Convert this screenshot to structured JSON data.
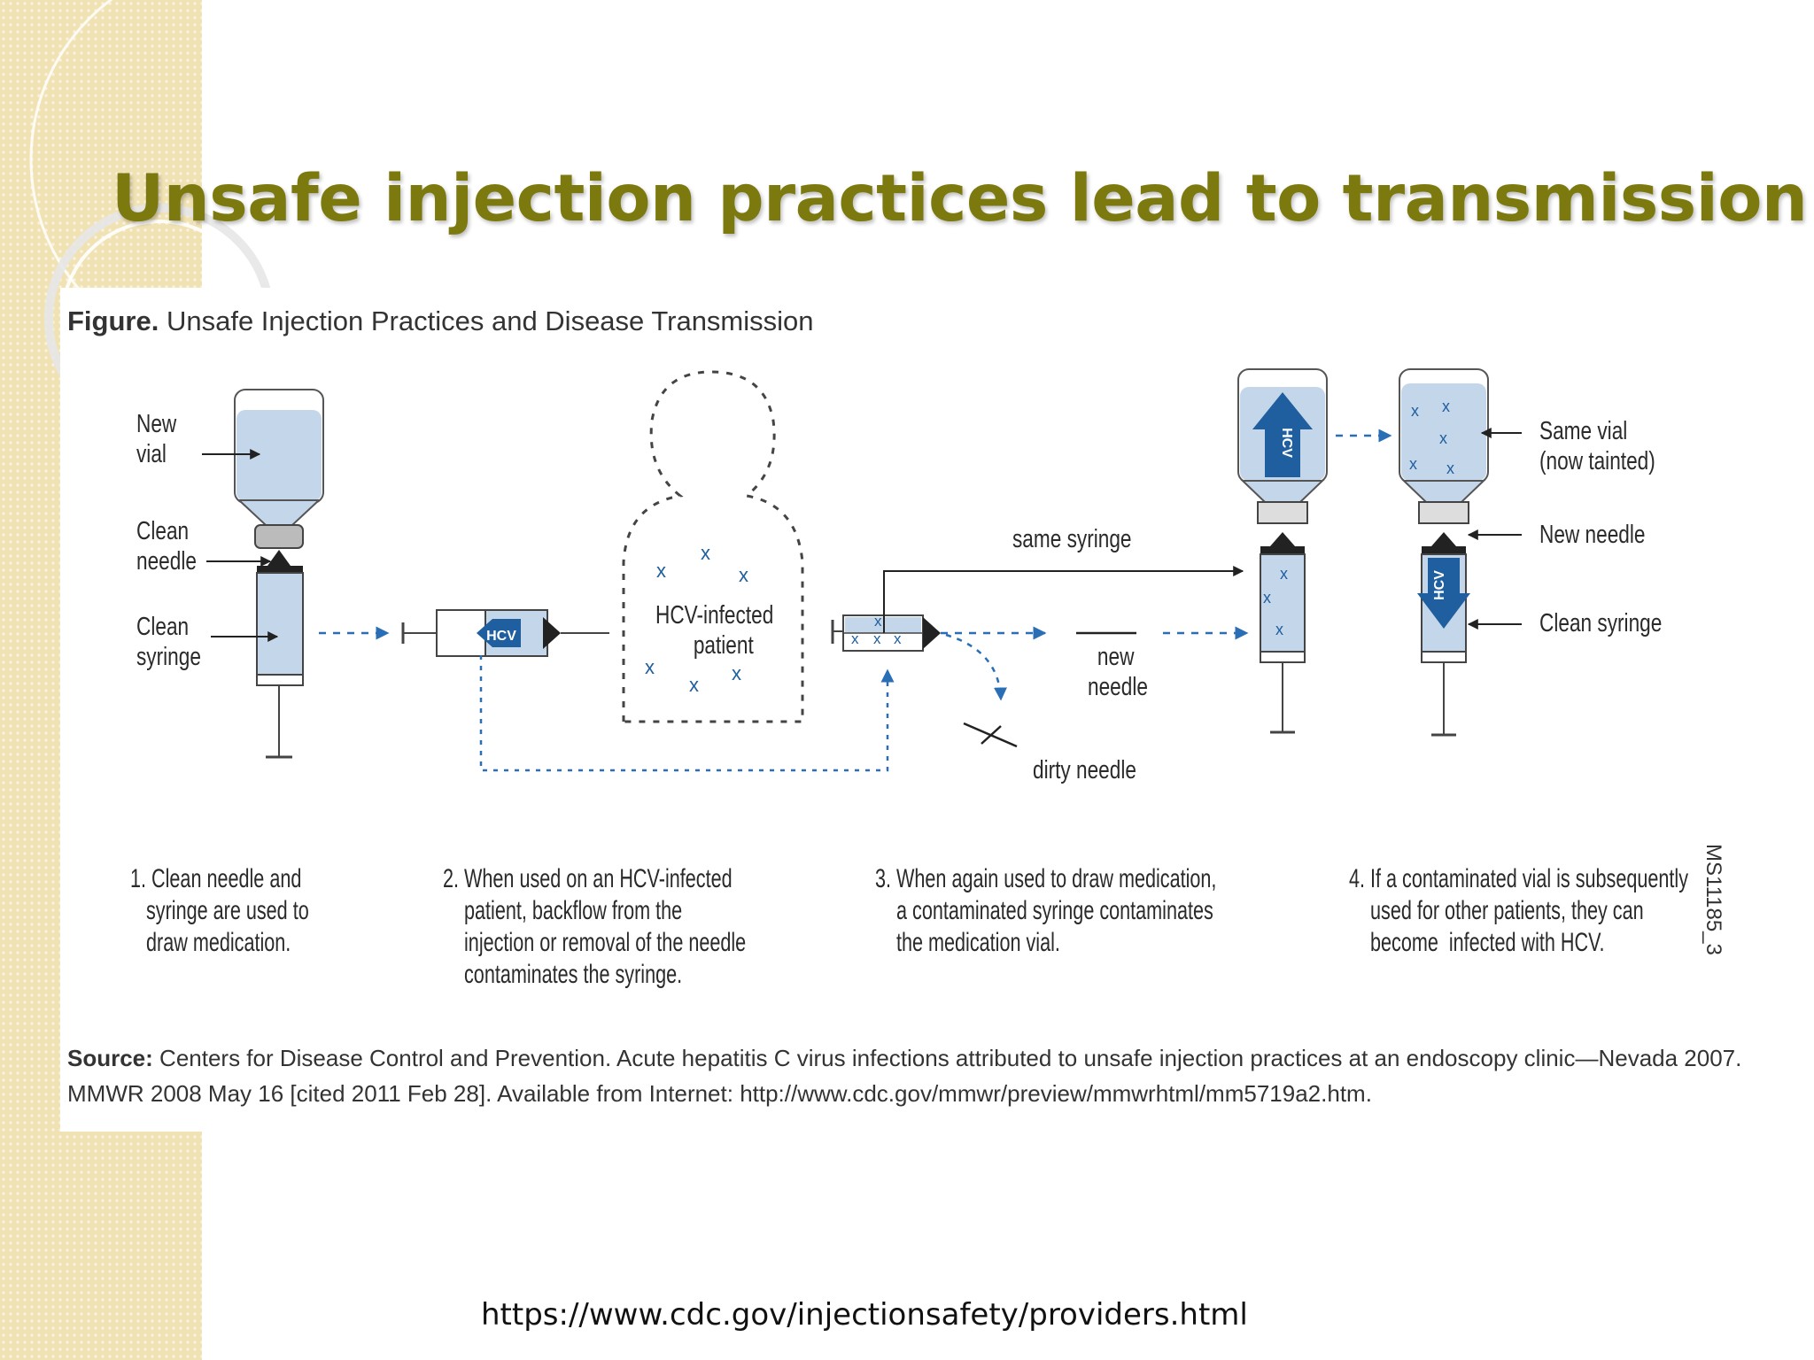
{
  "slide": {
    "title": "Unsafe injection practices lead to transmission",
    "url": "https://www.cdc.gov/injectionsafety/providers.html"
  },
  "figure": {
    "title_bold": "Figure.",
    "title_text": " Unsafe Injection Practices and Disease Transmission",
    "labels": {
      "new_vial_1": "New",
      "new_vial_2": "vial",
      "clean_needle_1": "Clean",
      "clean_needle_2": "needle",
      "clean_syringe_1": "Clean",
      "clean_syringe_2": "syringe",
      "hcv_badge": "HCV",
      "patient_1": "HCV-infected",
      "patient_2": "patient",
      "same_syringe": "same syringe",
      "new_needle_1": "new",
      "new_needle_2": "needle",
      "dirty_needle": "dirty needle",
      "same_vial_1": "Same vial",
      "same_vial_2": "(now tainted)",
      "new_needle_right": "New needle",
      "clean_syringe_right": "Clean syringe",
      "x_mark": "x"
    },
    "steps": [
      "1. Clean needle and\n   syringe are used to\n   draw medication.",
      "2. When used on an HCV-infected\n    patient, backflow from the\n    injection or removal of the needle\n    contaminates the syringe.",
      "3. When again used to draw medication,\n    a contaminated syringe contaminates\n    the medication vial.",
      "4. If a contaminated vial is subsequently\n    used for other patients, they can\n    become  infected with HCV."
    ],
    "source_label": "Source:",
    "source_text": " Centers for Disease Control and Prevention. Acute hepatitis C virus infections attributed to unsafe injection practices at an endoscopy clinic—Nevada 2007. MMWR 2008 May 16 [cited 2011 Feb 28]. Available from Internet: http://www.cdc.gov/mmwr/preview/mmwrhtml/mm5719a2.htm.",
    "code": "MS11185_3"
  },
  "colors": {
    "title": "#7c7a0f",
    "band": "#f1e2b4",
    "liquid": "#c4d6ea",
    "arrow": "#2a6fb5",
    "hcv": "#1f5f9f"
  }
}
